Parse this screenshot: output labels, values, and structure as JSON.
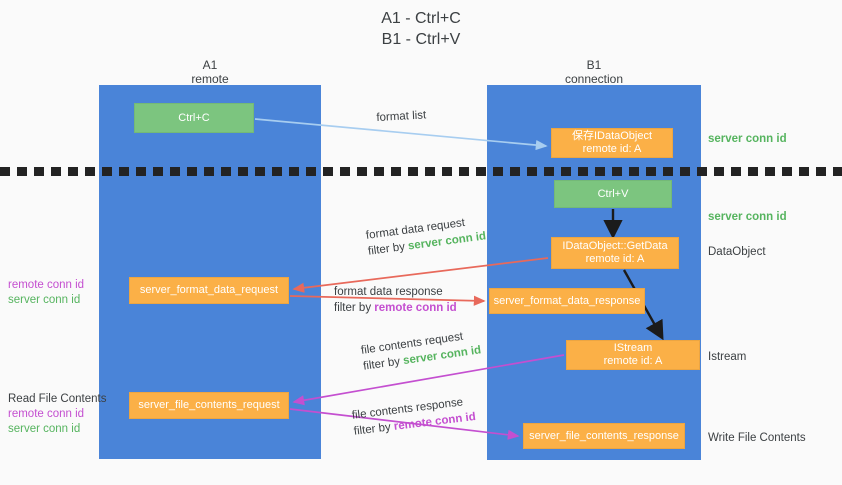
{
  "title": "A1 - Ctrl+C\nB1 - Ctrl+V",
  "columns": {
    "a1": {
      "name": "A1",
      "role": "remote",
      "header": "A1\nremote"
    },
    "b1": {
      "name": "B1",
      "role": "connection",
      "header": "B1\nconnection"
    }
  },
  "nodes": {
    "ctrl_c": {
      "label": "Ctrl+C",
      "color": "#7cc57f"
    },
    "idataobject": {
      "label": "保存IDataObject\nremote id: A",
      "color": "#fbb047"
    },
    "ctrl_v": {
      "label": "Ctrl+V",
      "color": "#7cc57f"
    },
    "getdata": {
      "label": "IDataObject::GetData\nremote id: A",
      "color": "#fbb047"
    },
    "server_format_data_request": {
      "label": "server_format_data_request",
      "color": "#fbb047"
    },
    "server_format_data_response": {
      "label": "server_format_data_response",
      "color": "#fbb047"
    },
    "istream": {
      "label": "IStream\nremote id: A",
      "color": "#fbb047"
    },
    "server_file_contents_request": {
      "label": "server_file_contents_request",
      "color": "#fbb047"
    },
    "server_file_contents_response": {
      "label": "server_file_contents_response",
      "color": "#fbb047"
    }
  },
  "edges": {
    "format_list": {
      "line1": "format list",
      "line2": "",
      "color": "#a7cdf0"
    },
    "format_data_request": {
      "line1": "format data request",
      "filter_prefix": "filter by ",
      "filter_value": "server conn id",
      "color": "#e8695b"
    },
    "format_data_response": {
      "line1": "format data response",
      "filter_prefix": "filter by ",
      "filter_value": "remote conn id",
      "color": "#e8695b"
    },
    "file_contents_request": {
      "line1": "file contents request",
      "filter_prefix": "filter by ",
      "filter_value": "server conn id",
      "color": "#c44fd0"
    },
    "file_contents_response": {
      "line1": "file contents response",
      "filter_prefix": "filter by ",
      "filter_value": "remote conn id",
      "color": "#c44fd0"
    }
  },
  "annotations": {
    "right": {
      "server_conn_id_top": "server conn id",
      "server_conn_id_mid": "server conn id",
      "dataobject": "DataObject",
      "istream": "Istream",
      "write_file_contents": "Write File Contents"
    },
    "left": {
      "remote_conn_id_1": "remote conn id",
      "server_conn_id_1": "server conn id",
      "read_file_contents": "Read File Contents",
      "remote_conn_id_2": "remote conn id",
      "server_conn_id_2": "server conn id"
    }
  },
  "colors": {
    "lane": "#4a84d8",
    "green_node": "#7cc57f",
    "orange_node": "#fbb047",
    "green_text": "#56b45f",
    "purple_text": "#c44fd0",
    "red_arrow": "#e8695b",
    "purple_arrow": "#c44fd0",
    "blue_arrow": "#a7cdf0",
    "background": "#fafafa"
  }
}
